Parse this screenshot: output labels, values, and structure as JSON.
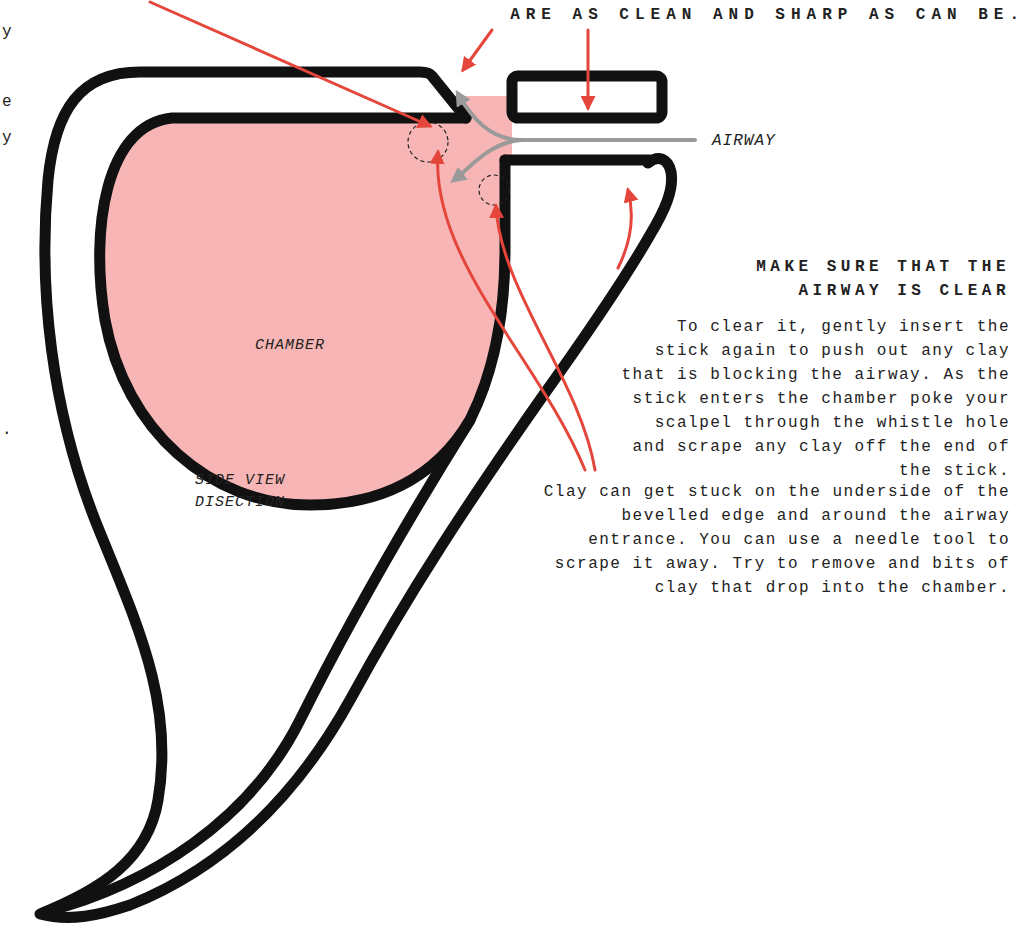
{
  "diagram": {
    "nodes": [
      {
        "text": [
          "SIDE VIEW DISECTION"
        ]
      },
      {
        "text": [
          "CHAMBER"
        ],
        "in": 0
      }
    ],
    "labels": [
      "ARE AS CLEAN AND SHARP AS CAN BE.",
      "AIRWAY",
      "MAKE SURE THAT THE AIRWAY IS CLEAR",
      "To clear it, gently insert the stick again to push out any clay that is blocking the airway. As the stick enters the chamber poke your scalpel through the whistle hole and scrape any clay off the end of the stick.",
      "Clay can get stuck on the underside of the bevelled edge and around the airway entrance. You can use a needle tool to scrape it away. Try to remove and bits of clay that drop into the chamber.",
      "y",
      "e",
      "y",
      "."
    ]
  }
}
